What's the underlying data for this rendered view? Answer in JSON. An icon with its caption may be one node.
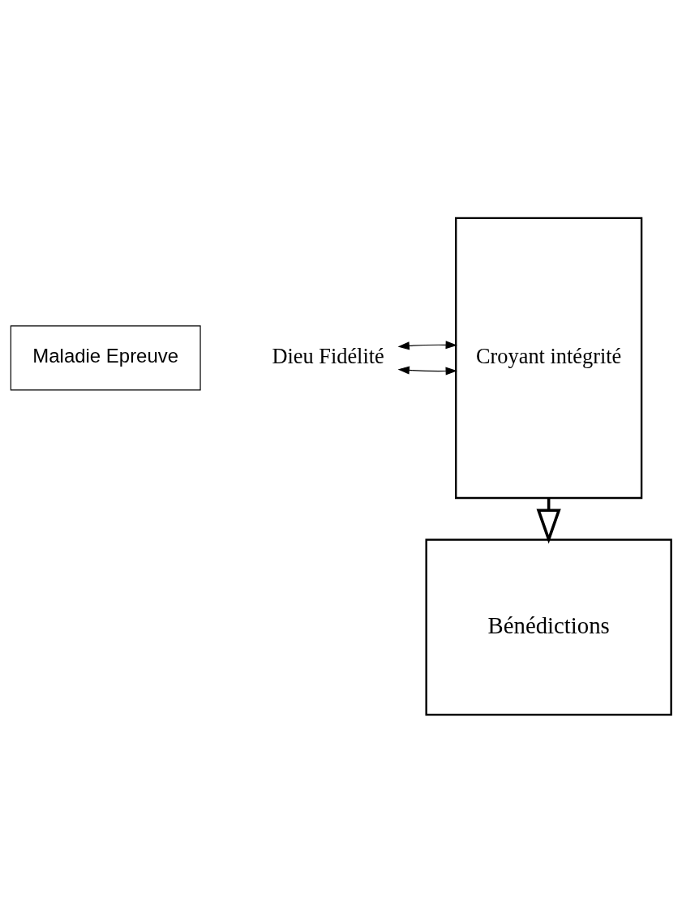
{
  "diagram": {
    "nodes": [
      {
        "text": [
          "Croyant intégrité"
        ]
      },
      {
        "text": [
          "Maladie Epreuve"
        ]
      },
      {
        "text": [
          "Dieu Fidélité"
        ]
      },
      {
        "text": [
          "Bénédictions"
        ]
      }
    ],
    "edges": [
      {
        "from": 2,
        "to": 0,
        "arrow": "both"
      },
      {
        "from": 2,
        "to": 0,
        "arrow": "both"
      },
      {
        "from": 0,
        "to": 3,
        "arrow": "to",
        "style": "thick"
      }
    ]
  }
}
